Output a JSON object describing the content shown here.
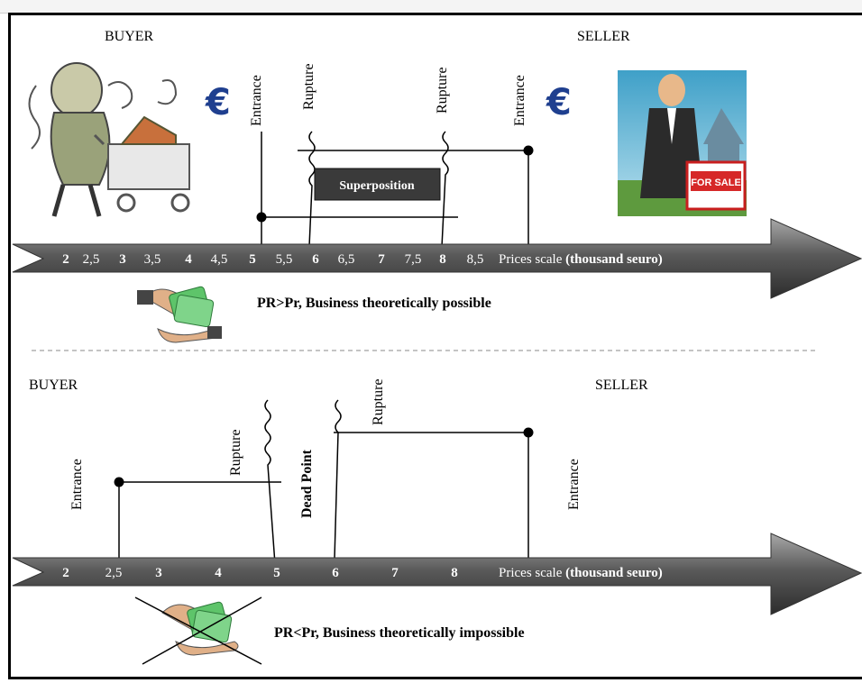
{
  "top": {
    "buyer": "BUYER",
    "seller": "SELLER",
    "buyer_entrance": "Entrance",
    "buyer_rupture": "Rupture",
    "seller_rupture": "Rupture",
    "seller_entrance": "Entrance",
    "superposition": "Superposition",
    "scale_ticks": [
      "2",
      "2,5",
      "3",
      "3,5",
      "4",
      "4,5",
      "5",
      "5,5",
      "6",
      "6,5",
      "7",
      "7,5",
      "8",
      "8,5"
    ],
    "scale_label": "Prices scale",
    "scale_unit": "(thousand seuro)",
    "caption": "PR>Pr, Business theoretically possible",
    "for_sale": "FOR SALE"
  },
  "bottom": {
    "buyer": "BUYER",
    "seller": "SELLER",
    "buyer_entrance": "Entrance",
    "buyer_rupture": "Rupture",
    "dead_point": "Dead Point",
    "seller_rupture": "Rupture",
    "seller_entrance": "Entrance",
    "scale_ticks": [
      "2",
      "2,5",
      "3",
      "4",
      "5",
      "6",
      "7",
      "8"
    ],
    "scale_label": "Prices scale",
    "scale_unit": "(thousand seuro)",
    "caption": "PR<Pr, Business theoretically impossible"
  },
  "colors": {
    "arrow_dark": "#3c3c3c",
    "arrow_light": "#9a9a9a",
    "superposition_box": "#3a3a3a",
    "euro": "#1f3f8f",
    "for_sale_red": "#d62828"
  }
}
